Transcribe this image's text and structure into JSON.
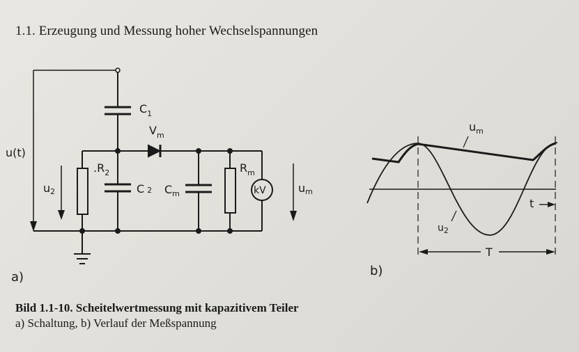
{
  "header": {
    "title": "1.1. Erzeugung und Messung hoher Wechselspannungen"
  },
  "circuit": {
    "label_ut": "u(t)",
    "label_c1": "C",
    "label_c1_sub": "1",
    "label_vm": "V",
    "label_vm_sub": "m",
    "label_r2": "R",
    "label_r2_sub": "2",
    "label_c2": "C",
    "label_c2_sub": "2",
    "label_cm": "C",
    "label_cm_sub": "m",
    "label_rm": "R",
    "label_rm_sub": "m",
    "label_u2": "u",
    "label_u2_sub": "2",
    "label_meter": "kV",
    "label_um": "u",
    "label_um_sub": "m",
    "panel_label": "a)"
  },
  "waveform": {
    "label_um": "u",
    "label_um_sub": "m",
    "label_u2": "u",
    "label_u2_sub": "2",
    "label_t": "t",
    "label_T": "T",
    "panel_label": "b)"
  },
  "caption": {
    "figure_title": "Bild 1.1-10. Scheitelwertmessung mit kapazitivem Teiler",
    "subtitle": "a) Schaltung,  b) Verlauf der Meßspannung"
  }
}
